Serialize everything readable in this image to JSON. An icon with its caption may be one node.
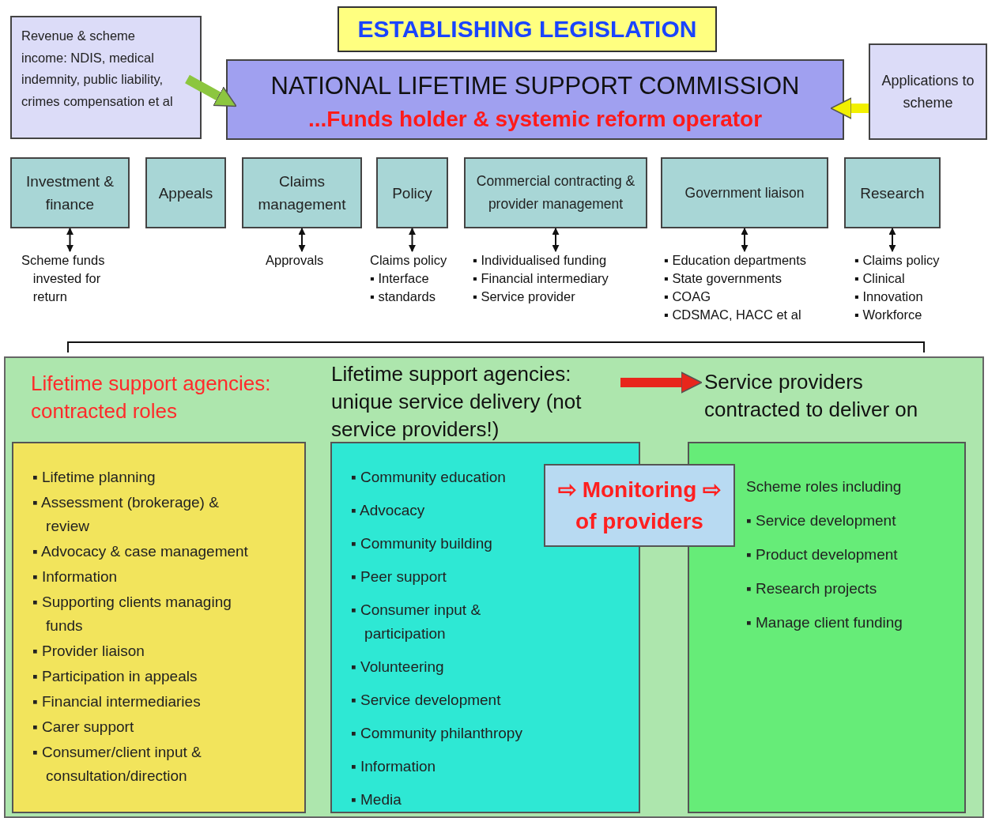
{
  "diagram": {
    "nodes": [
      {
        "text": [
          "ESTABLISHING LEGISLATION"
        ]
      },
      {
        "text": [
          "Revenue & scheme income: NDIS, medical indemnity, public liability, crimes compensation et al"
        ]
      },
      {
        "text": [
          "NATIONAL LIFETIME SUPPORT COMMISSION",
          "...Funds holder & systemic reform operator"
        ]
      },
      {
        "text": [
          "Applications to scheme"
        ]
      },
      {
        "text": [
          "Investment & finance"
        ]
      },
      {
        "text": [
          "Appeals"
        ]
      },
      {
        "text": [
          "Claims management"
        ]
      },
      {
        "text": [
          "Policy"
        ]
      },
      {
        "text": [
          "Commercial contracting & provider management"
        ]
      },
      {
        "text": [
          "Government liaison"
        ]
      },
      {
        "text": [
          "Research"
        ]
      },
      {
        "text": [
          "Scheme funds invested for return"
        ]
      },
      {
        "text": [
          "Approvals"
        ]
      },
      {
        "text": [
          "Claims policy",
          "▪ Interface",
          "▪ standards"
        ]
      },
      {
        "text": [
          "▪ Individualised funding",
          "▪ Financial intermediary",
          "▪ Service provider"
        ]
      },
      {
        "text": [
          "▪ Education departments",
          "▪ State governments",
          "▪ COAG",
          "▪ CDSMAC, HACC et al"
        ]
      },
      {
        "text": [
          "▪ Claims policy",
          "▪ Clinical",
          "▪ Innovation",
          "▪ Workforce"
        ]
      },
      {
        "text": [],
        "shape": "box"
      },
      {
        "text": [
          "Lifetime support agencies: contracted roles",
          "▪ Lifetime planning",
          "▪ Assessment (brokerage) & review",
          "▪ Advocacy & case management",
          "▪ Information",
          "▪ Supporting clients managing funds",
          "▪ Provider liaison",
          "▪ Participation in appeals",
          "▪ Financial intermediaries",
          "▪ Carer support",
          "▪ Consumer/client input & consultation/direction"
        ],
        "in": 17
      },
      {
        "text": [
          "Lifetime support agencies: unique service delivery (not service providers!)"
        ],
        "in": 17
      },
      {
        "text": [
          "Service providers contracted to deliver on"
        ],
        "in": 17
      },
      {
        "text": [
          "▪ Community education",
          "▪ Advocacy",
          "▪ Community building",
          "▪ Peer support",
          "▪ Consumer input & participation",
          "▪ Volunteering",
          "▪ Service development",
          "▪ Community philanthropy",
          "▪ Information",
          "▪ Media"
        ],
        "in": 17
      },
      {
        "text": [
          "⇨ Monitoring ⇨ of providers"
        ],
        "in": 17
      },
      {
        "text": [
          "Scheme roles including",
          "▪ Service development",
          "▪ Product development",
          "▪ Research projects",
          "▪ Manage client funding"
        ],
        "in": 17
      }
    ],
    "edges": [
      {
        "from": 1,
        "to": 2,
        "arrow": "to",
        "style": "thick",
        "color": "#8cc63f"
      },
      {
        "from": 3,
        "to": 2,
        "arrow": "to",
        "style": "thick",
        "color": "#f2f000"
      },
      {
        "from": 4,
        "to": 11,
        "arrow": "both"
      },
      {
        "from": 6,
        "to": 12,
        "arrow": "both"
      },
      {
        "from": 7,
        "to": 13,
        "arrow": "both"
      },
      {
        "from": 8,
        "to": 14,
        "arrow": "both"
      },
      {
        "from": 9,
        "to": 15,
        "arrow": "both"
      },
      {
        "from": 10,
        "to": 16,
        "arrow": "both"
      },
      {
        "from": 19,
        "to": 20,
        "arrow": "to",
        "style": "thick",
        "color": "#e8261c"
      }
    ]
  }
}
